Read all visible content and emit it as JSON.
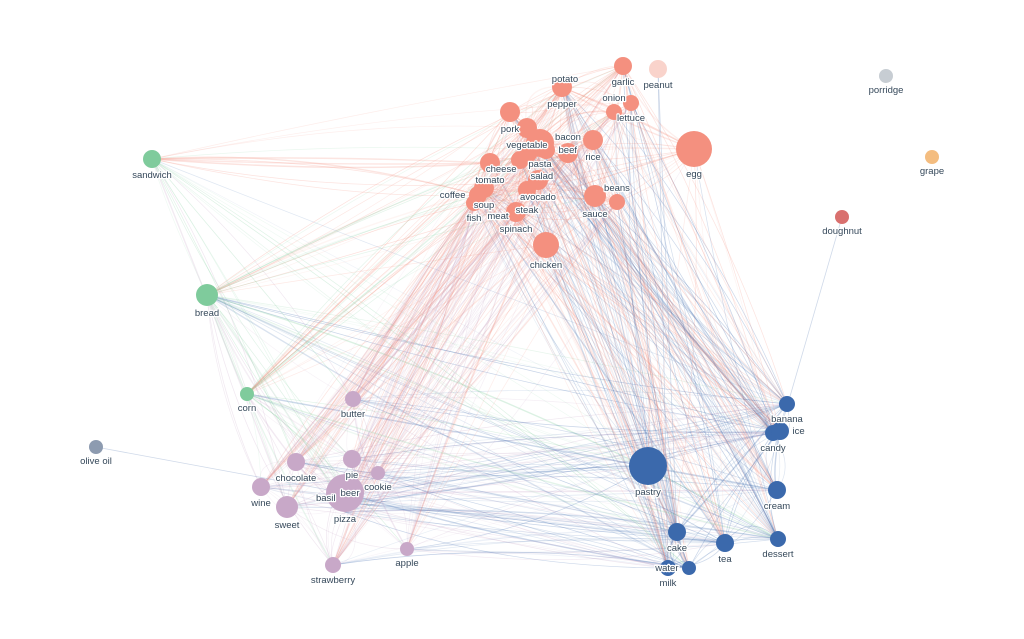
{
  "groups": {
    "savory": "#f4907f",
    "peanut": "#f9d3cb",
    "bread": "#7fcb9c",
    "sweet": "#c8a8c8",
    "drinks_dessert": "#3b69ac",
    "olive_oil": "#8d9bb0",
    "porridge": "#c7cdd3",
    "grape": "#f4bd80",
    "doughnut": "#d9706e"
  },
  "nodes": [
    {
      "label": "garlic",
      "group": "savory"
    },
    {
      "label": "peanut",
      "group": "peanut"
    },
    {
      "label": "pepper",
      "group": "savory"
    },
    {
      "label": "potato",
      "group": "savory"
    },
    {
      "label": "pork",
      "group": "savory"
    },
    {
      "label": "lettuce",
      "group": "savory"
    },
    {
      "label": "onion",
      "group": "savory"
    },
    {
      "label": "vegetable",
      "group": "savory"
    },
    {
      "label": "pasta",
      "group": "savory"
    },
    {
      "label": "beef",
      "group": "savory"
    },
    {
      "label": "cheese",
      "group": "savory"
    },
    {
      "label": "salad",
      "group": "savory"
    },
    {
      "label": "rice",
      "group": "savory"
    },
    {
      "label": "bacon",
      "group": "savory"
    },
    {
      "label": "tomato",
      "group": "savory"
    },
    {
      "label": "soup",
      "group": "savory"
    },
    {
      "label": "coffee",
      "group": "savory"
    },
    {
      "label": "fish",
      "group": "savory"
    },
    {
      "label": "avocado",
      "group": "savory"
    },
    {
      "label": "steak",
      "group": "savory"
    },
    {
      "label": "sauce",
      "group": "savory"
    },
    {
      "label": "beans",
      "group": "savory"
    },
    {
      "label": "spinach",
      "group": "savory"
    },
    {
      "label": "meat",
      "group": "savory"
    },
    {
      "label": "chicken",
      "group": "savory"
    },
    {
      "label": "egg",
      "group": "savory"
    },
    {
      "label": "sandwich",
      "group": "bread"
    },
    {
      "label": "bread",
      "group": "bread"
    },
    {
      "label": "corn",
      "group": "bread"
    },
    {
      "label": "olive oil",
      "group": "olive_oil"
    },
    {
      "label": "porridge",
      "group": "porridge"
    },
    {
      "label": "grape",
      "group": "grape"
    },
    {
      "label": "doughnut",
      "group": "doughnut"
    },
    {
      "label": "butter",
      "group": "sweet"
    },
    {
      "label": "chocolate",
      "group": "sweet"
    },
    {
      "label": "pie",
      "group": "sweet"
    },
    {
      "label": "cookie",
      "group": "sweet"
    },
    {
      "label": "pizza",
      "group": "sweet"
    },
    {
      "label": "beer",
      "group": "sweet"
    },
    {
      "label": "basil",
      "group": "sweet"
    },
    {
      "label": "wine",
      "group": "sweet"
    },
    {
      "label": "sweet",
      "group": "sweet"
    },
    {
      "label": "strawberry",
      "group": "sweet"
    },
    {
      "label": "apple",
      "group": "sweet"
    },
    {
      "label": "banana",
      "group": "drinks_dessert"
    },
    {
      "label": "candy",
      "group": "drinks_dessert"
    },
    {
      "label": "ice",
      "group": "drinks_dessert"
    },
    {
      "label": "pastry",
      "group": "drinks_dessert"
    },
    {
      "label": "cream",
      "group": "drinks_dessert"
    },
    {
      "label": "cake",
      "group": "drinks_dessert"
    },
    {
      "label": "tea",
      "group": "drinks_dessert"
    },
    {
      "label": "dessert",
      "group": "drinks_dessert"
    },
    {
      "label": "milk",
      "group": "drinks_dessert"
    },
    {
      "label": "water",
      "group": "drinks_dessert"
    }
  ]
}
